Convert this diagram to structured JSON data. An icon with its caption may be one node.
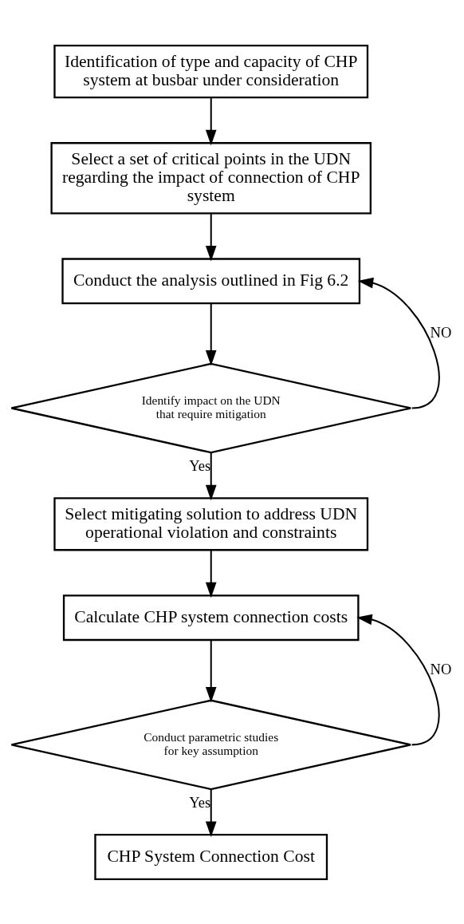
{
  "diagram": {
    "nodes": [
      {
        "text": [
          "Identification of type and capacity of CHP system at busbar under consideration"
        ]
      },
      {
        "text": [
          "Select a set of critical points in the UDN regarding the impact of connection of CHP system"
        ]
      },
      {
        "text": [
          "Conduct the analysis outlined in Fig 6.2"
        ]
      },
      {
        "text": [
          "Identify impact on the UDN that require mitigation"
        ]
      },
      {
        "text": [
          "Select mitigating solution to address UDN operational violation and constraints"
        ]
      },
      {
        "text": [
          "Calculate CHP system connection costs"
        ]
      },
      {
        "text": [
          "Conduct parametric studies for key assumption"
        ]
      },
      {
        "text": [
          "CHP System Connection Cost"
        ]
      }
    ],
    "edges": [
      {
        "from": 0,
        "to": 1,
        "arrow": "to"
      },
      {
        "from": 1,
        "to": 2,
        "arrow": "to"
      },
      {
        "from": 2,
        "to": 3,
        "arrow": "to"
      },
      {
        "from": 3,
        "to": 4,
        "arrow": "to",
        "label": "Yes"
      },
      {
        "from": 3,
        "to": 2,
        "arrow": "to",
        "label": "NO"
      },
      {
        "from": 4,
        "to": 5,
        "arrow": "to"
      },
      {
        "from": 5,
        "to": 6,
        "arrow": "to"
      },
      {
        "from": 6,
        "to": 7,
        "arrow": "to",
        "label": "Yes"
      },
      {
        "from": 6,
        "to": 5,
        "arrow": "to",
        "label": "NO"
      }
    ]
  }
}
